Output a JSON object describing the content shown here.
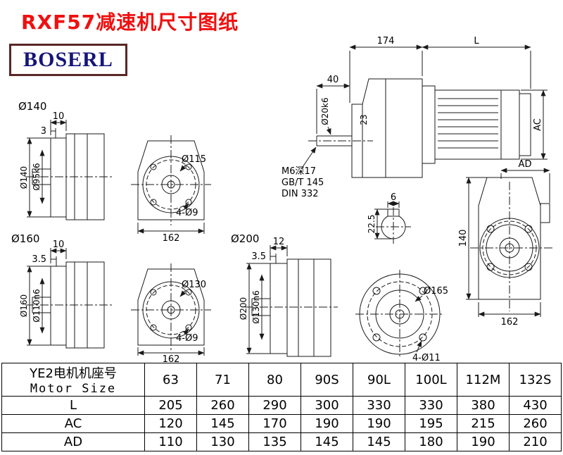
{
  "page": {
    "title": "RXF57减速机尺寸图纸",
    "brand": "BOSERL"
  },
  "main_view": {
    "dim_top_left": "174",
    "dim_top_right": "L",
    "dim_shaft_len": "40",
    "shaft_dia": "Ø20k6",
    "dim_23": "23",
    "notes": [
      "M6深17",
      "GB/T 145",
      "DIN 332"
    ],
    "key_width": "6",
    "key_height": "22.5",
    "dim_ac": "AC"
  },
  "output_front_view": {
    "dim_ad": "AD",
    "dim_height": "140",
    "dim_width": "162"
  },
  "flange_140": {
    "title": "Ø140",
    "dim_thickness": "10",
    "dim_step": "3",
    "dia_outer": "Ø140",
    "dia_spigot": "Ø95k6",
    "dia_flange": "Ø115",
    "holes": "4-Ø9",
    "dim_width": "162"
  },
  "flange_160": {
    "title": "Ø160",
    "dim_thickness": "10",
    "dim_step": "3.5",
    "dia_outer": "Ø160",
    "dia_spigot": "Ø110n6",
    "dia_flange": "Ø130",
    "holes": "4-Ø9",
    "dim_width": "162"
  },
  "flange_200": {
    "title": "Ø200",
    "dim_thickness": "12",
    "dim_step": "3.5",
    "dia_outer": "Ø200",
    "dia_spigot": "Ø130n6",
    "dia_flange": "Ø165",
    "holes": "4-Ø11"
  },
  "table": {
    "header_cn": "YE2电机机座号",
    "header_en": "Motor Size",
    "sizes": [
      "63",
      "71",
      "80",
      "90S",
      "90L",
      "100L",
      "112M",
      "132S"
    ],
    "rows": [
      {
        "label": "L",
        "values": [
          "205",
          "260",
          "290",
          "300",
          "330",
          "330",
          "380",
          "430"
        ]
      },
      {
        "label": "AC",
        "values": [
          "120",
          "145",
          "170",
          "190",
          "190",
          "195",
          "215",
          "260"
        ]
      },
      {
        "label": "AD",
        "values": [
          "110",
          "130",
          "135",
          "145",
          "145",
          "180",
          "190",
          "210"
        ]
      }
    ]
  }
}
